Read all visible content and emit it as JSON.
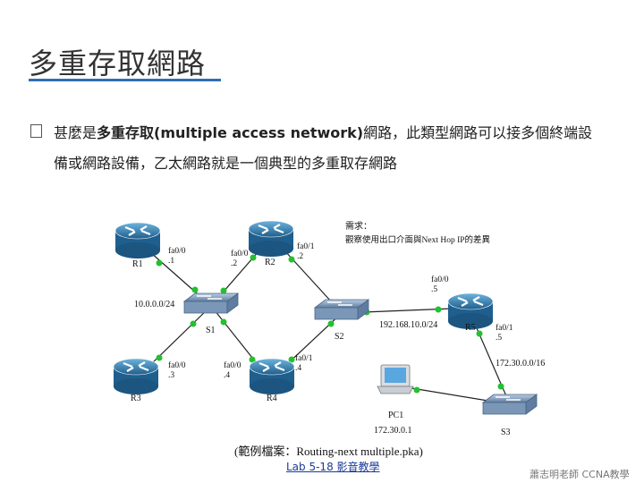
{
  "slide": {
    "title": "多重存取網路",
    "bullet_pre": "甚麼是",
    "bullet_bold": "多重存取(multiple access network)",
    "bullet_post": "網路，此類型網路可以接多個終端設",
    "bullet_line2": "備或網路設備，乙太網路就是一個典型的多重取存網路",
    "caption": "(範例檔案：Routing-next multiple.pka)",
    "lab_link": "Lab 5-18 影音教學",
    "credit": "蕭志明老師 CCNA教學"
  },
  "diagram": {
    "note_line1": "需求：",
    "note_line2": "觀察使用出口介面與Next Hop IP的差異",
    "routers": {
      "r1": "R1",
      "r2": "R2",
      "r3": "R3",
      "r4": "R4",
      "r5": "R5"
    },
    "switches": {
      "s1": "S1",
      "s2": "S2",
      "s3": "S3"
    },
    "pc": {
      "name": "PC1",
      "ip": "172.30.0.1"
    },
    "networks": {
      "left": "10.0.0.0/24",
      "mid": "192.168.10.0/24",
      "right": "172.30.0.0/16"
    },
    "labels": {
      "r1_if": "fa0/0",
      "r1_ip": ".1",
      "r2_if_left": "fa0/0",
      "r2_ip_left": ".2",
      "r2_if_right": "fa0/1",
      "r2_ip_right": ".2",
      "r3_if": "fa0/0",
      "r3_ip": ".3",
      "r4_if_left": "fa0/0",
      "r4_ip_left": ".4",
      "r4_if_right": "fa0/1",
      "r4_ip_right": ".4",
      "r5_if_top": "fa0/0",
      "r5_ip_top": ".5",
      "r5_if_right": "fa0/1",
      "r5_ip_right": ".5"
    }
  },
  "colors": {
    "title_rule": "#2f6fb7",
    "router": "#2f78a8",
    "switch": "#7a97b8",
    "link_dot": "#22c12e",
    "link_link": "#1a3c99"
  },
  "icons": {
    "bullet": "square-bullet-icon",
    "router": "router-icon",
    "switch": "switch-icon",
    "pc": "pc-icon"
  }
}
